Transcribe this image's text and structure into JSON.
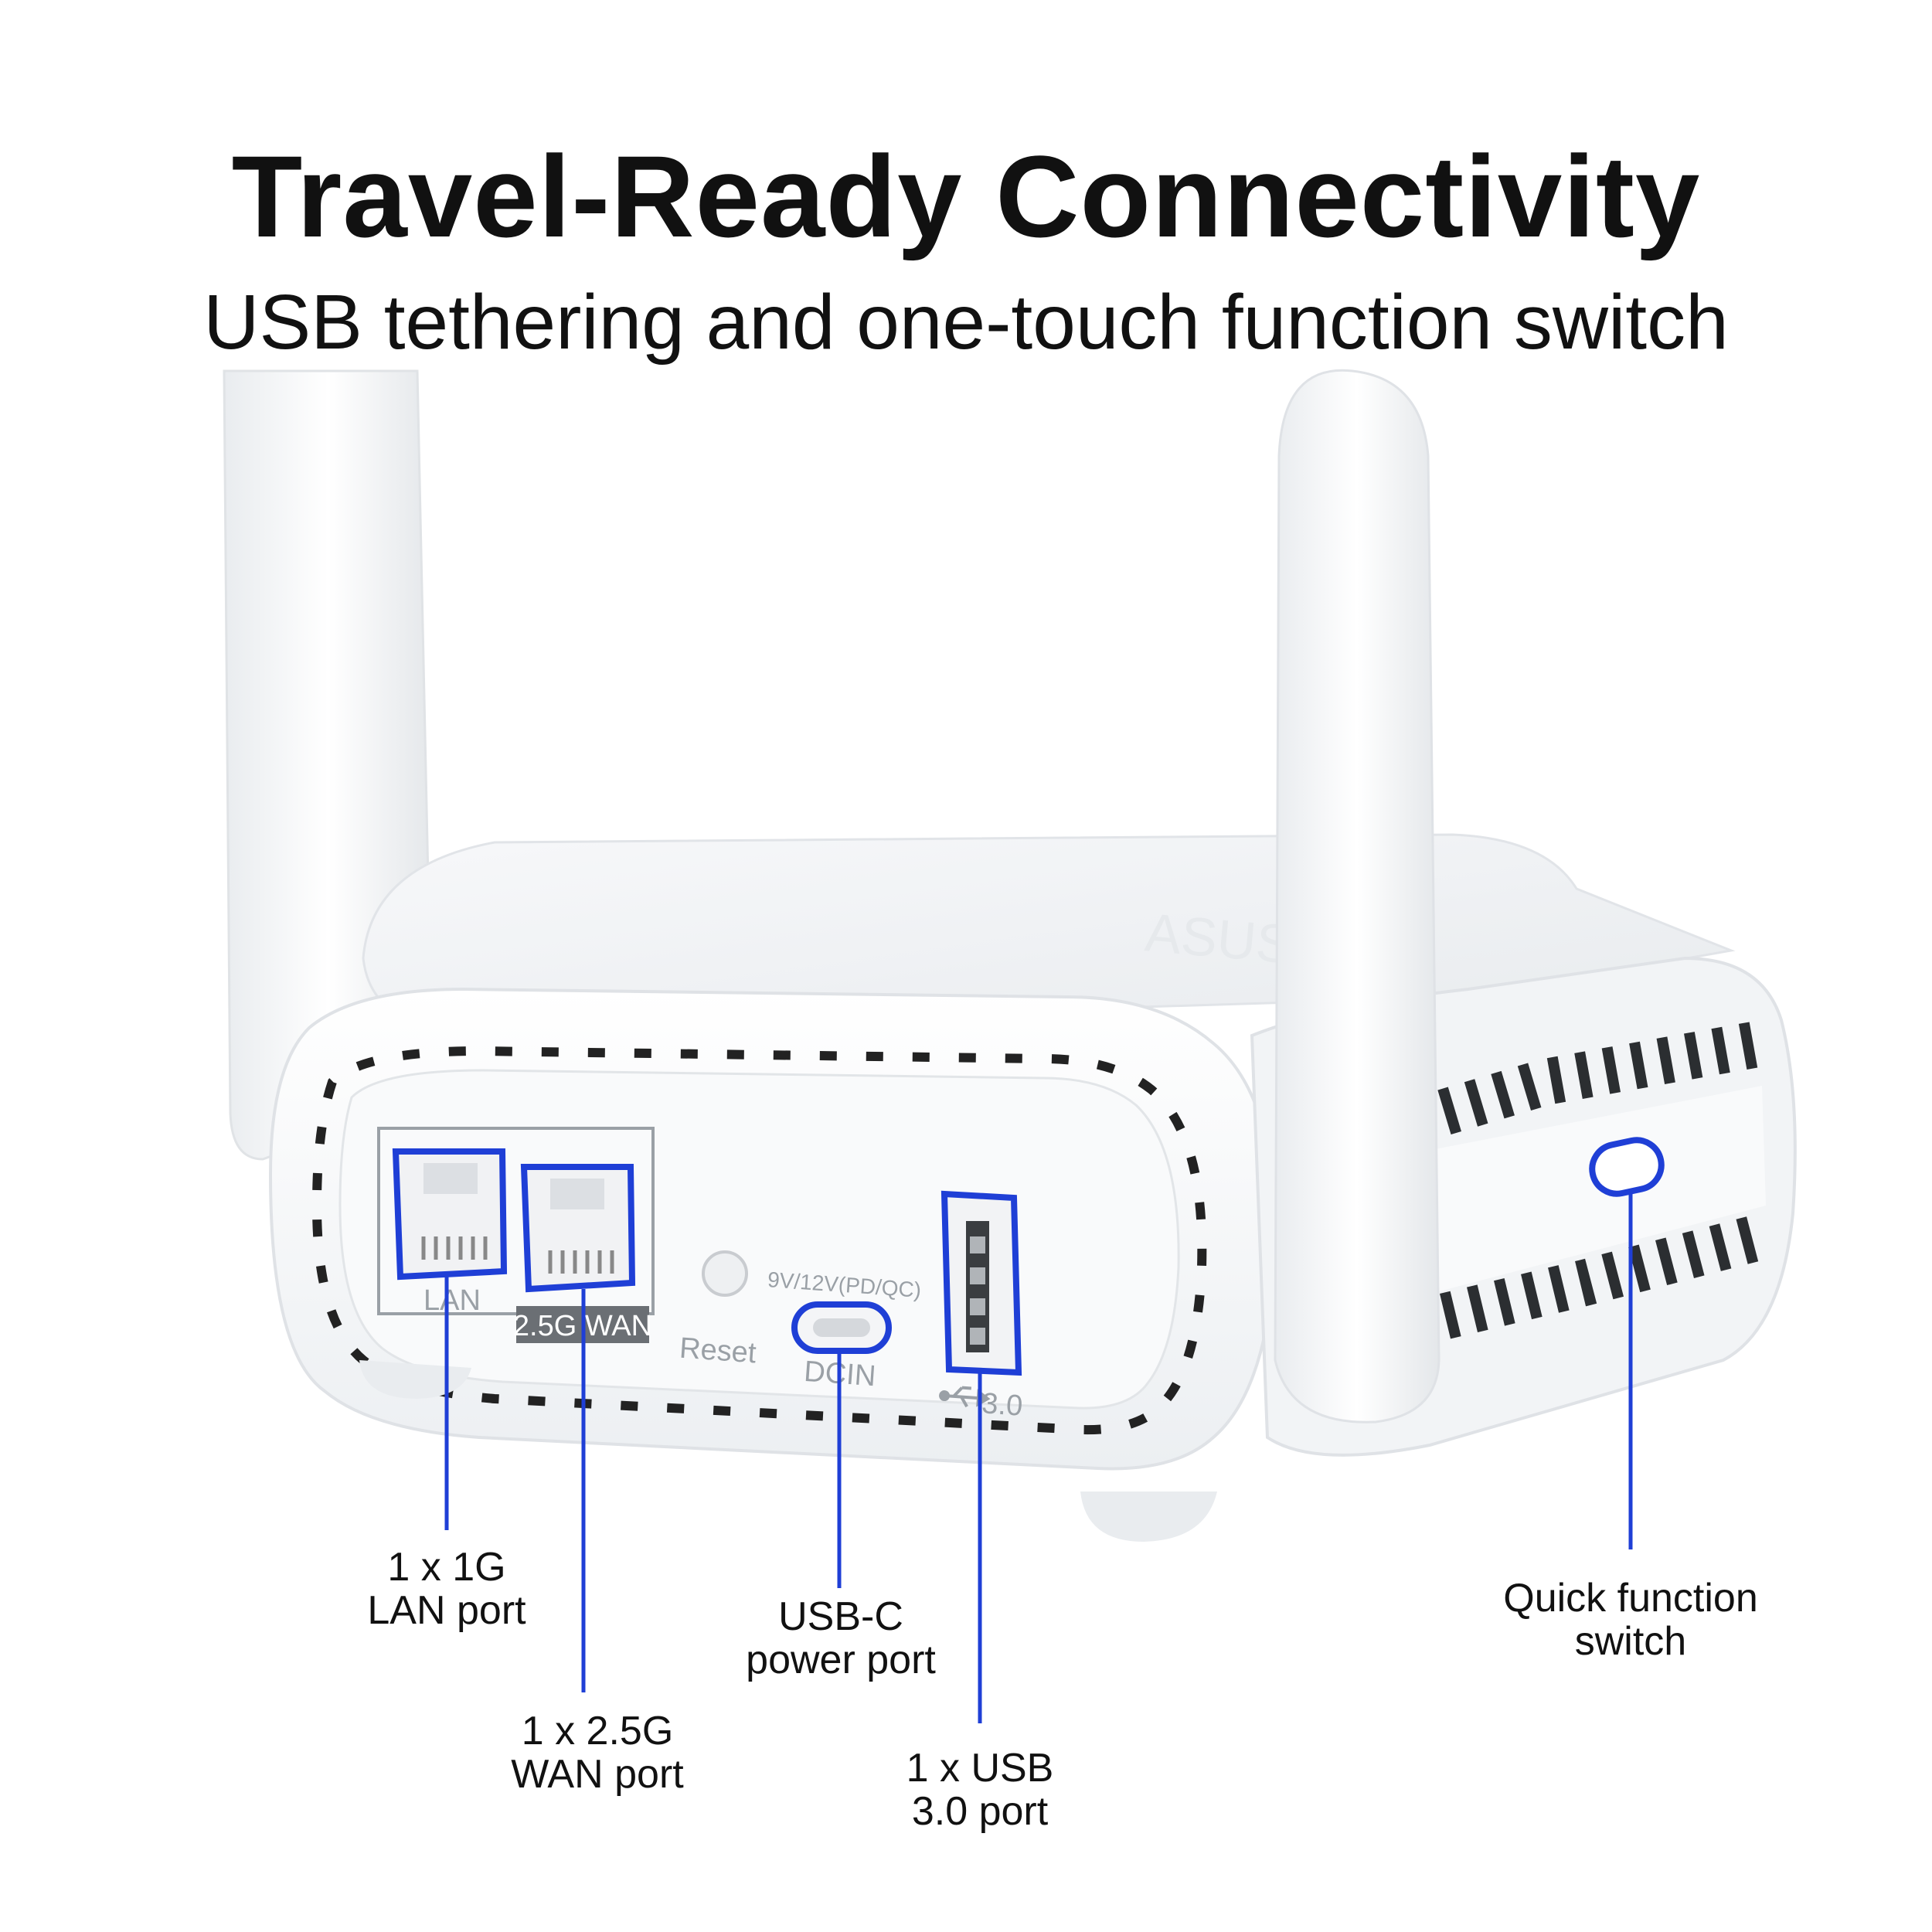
{
  "header": {
    "title": "Travel-Ready Connectivity",
    "subtitle": "USB tethering and one-touch function switch"
  },
  "device_labels": {
    "lan": "LAN",
    "wan": "2.5G WAN",
    "reset": "Reset",
    "power_rating": "9V/12V(PD/QC)",
    "dcin": "DCIN",
    "usb": "3.0"
  },
  "callouts": {
    "lan": {
      "line1": "1 x 1G",
      "line2": "LAN port"
    },
    "wan": {
      "line1": "1 x 2.5G",
      "line2": "WAN port"
    },
    "usbc": {
      "line1": "USB-C",
      "line2": "power port"
    },
    "usb": {
      "line1": "1 x USB",
      "line2": "3.0 port"
    },
    "switch": {
      "line1": "Quick function",
      "line2": "switch"
    }
  },
  "colors": {
    "highlight": "#1f3fd6",
    "device_body": "#f4f6f8",
    "background": "#ffffff"
  },
  "icons": [
    "usb-icon"
  ]
}
